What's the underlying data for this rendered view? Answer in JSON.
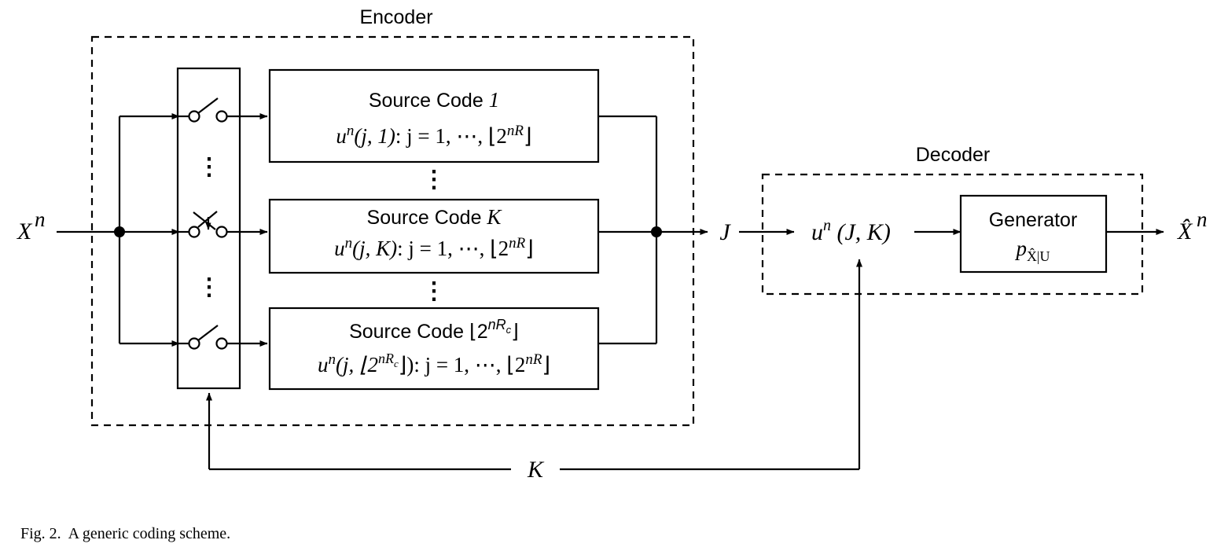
{
  "figure": {
    "caption": "Fig. 2.  A generic coding scheme.",
    "caption_label": "Fig. 2.",
    "caption_text": "A generic coding scheme."
  },
  "encoder": {
    "title": "Encoder",
    "input_signal": "X",
    "input_signal_sup": "n",
    "output_signal": "J",
    "switch_control_label": "K",
    "switches": [
      {
        "state": "open",
        "position": "top"
      },
      {
        "state": "closed-selected",
        "position": "middle"
      },
      {
        "state": "open",
        "position": "bottom"
      }
    ],
    "ellipsis": "⋮",
    "source_codes": [
      {
        "title_prefix": "Source Code ",
        "title_index": "1",
        "formula_prefix": "u",
        "formula_sup": "n",
        "formula_args": "(j, 1)",
        "formula_rest": ": j = 1, ⋯, ⌊2",
        "formula_exp": "nR",
        "formula_end": "⌋"
      },
      {
        "title_prefix": "Source Code ",
        "title_index": "K",
        "formula_prefix": "u",
        "formula_sup": "n",
        "formula_args": "(j, K)",
        "formula_rest": ": j = 1, ⋯, ⌊2",
        "formula_exp": "nR",
        "formula_end": "⌋"
      },
      {
        "title_prefix": "Source Code ",
        "title_index": "⌊2",
        "title_exp": "nR",
        "title_exp_sub": "c",
        "title_close": "⌋",
        "formula_prefix": "u",
        "formula_sup": "n",
        "formula_args": "(j, ⌊2",
        "formula_args_exp": "nR",
        "formula_args_exp_sub": "c",
        "formula_args_close": "⌋)",
        "formula_rest": ": j = 1, ⋯, ⌊2",
        "formula_exp": "nR",
        "formula_end": "⌋"
      }
    ]
  },
  "decoder": {
    "title": "Decoder",
    "input_label_prefix": "u",
    "input_label_sup": "n",
    "input_label_args": "(J, K)",
    "generator": {
      "title": "Generator",
      "dist_prefix": "p",
      "dist_sub": "X̂|U"
    },
    "output_signal": "X̂",
    "output_signal_sup": "n"
  },
  "colors": {
    "stroke": "#000000",
    "background": "#ffffff"
  }
}
